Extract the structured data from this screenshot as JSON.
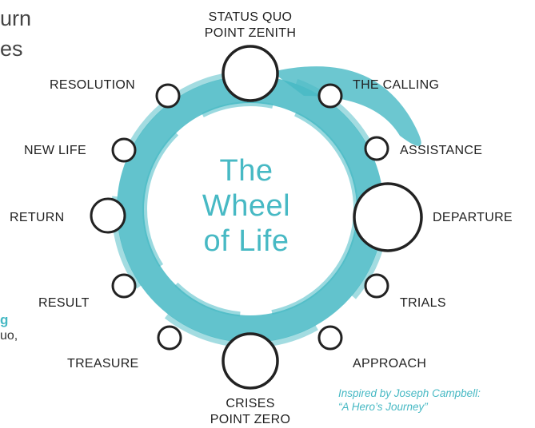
{
  "colors": {
    "accent": "#47b9c4",
    "stroke": "#222222",
    "text": "#222222"
  },
  "title_lines": [
    "The",
    "Wheel",
    "of Life"
  ],
  "credit_lines": [
    "Inspired by Joseph Campbell:",
    "“A Hero’s Journey”"
  ],
  "left_fragments": {
    "line1": "urn",
    "line2": "es",
    "teal": "g",
    "small": "uo,"
  },
  "stages": [
    {
      "label_lines": [
        "STATUS QUO",
        "POINT ZENITH"
      ]
    },
    {
      "label_lines": [
        "THE CALLING"
      ]
    },
    {
      "label_lines": [
        "ASSISTANCE"
      ]
    },
    {
      "label_lines": [
        "DEPARTURE"
      ]
    },
    {
      "label_lines": [
        "TRIALS"
      ]
    },
    {
      "label_lines": [
        "APPROACH"
      ]
    },
    {
      "label_lines": [
        "CRISES",
        "POINT ZERO"
      ]
    },
    {
      "label_lines": [
        "TREASURE"
      ]
    },
    {
      "label_lines": [
        "RESULT"
      ]
    },
    {
      "label_lines": [
        "RETURN"
      ]
    },
    {
      "label_lines": [
        "NEW LIFE"
      ]
    },
    {
      "label_lines": [
        "RESOLUTION"
      ]
    }
  ]
}
